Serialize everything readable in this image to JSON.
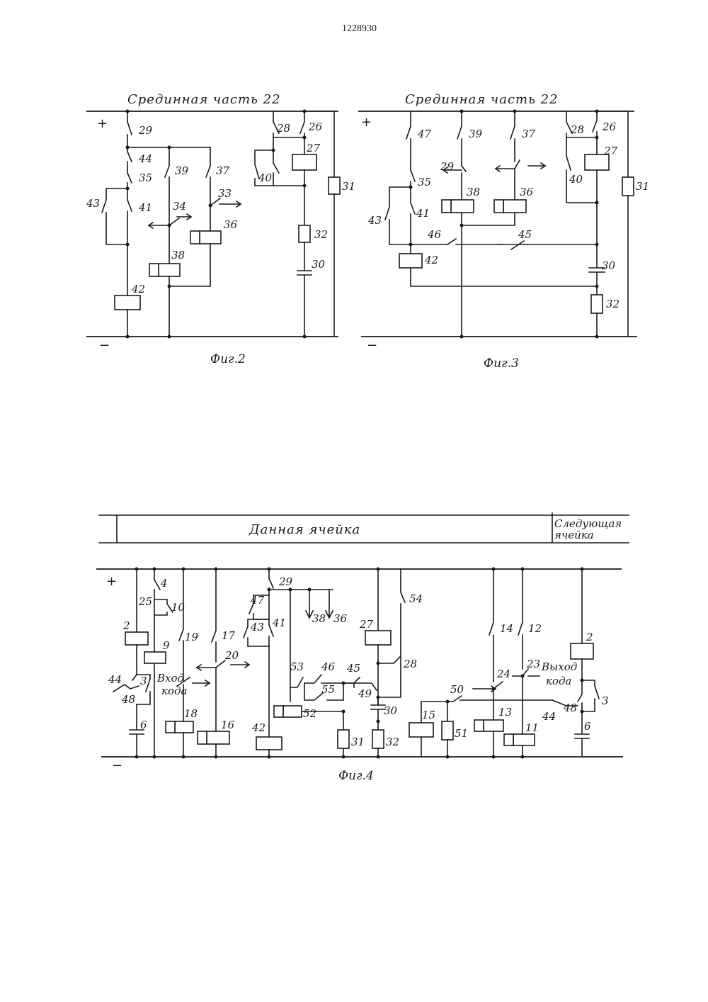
{
  "document_number": "1228930",
  "fig2": {
    "header": "Срединная часть 22",
    "caption": "Фиг.2",
    "plus": "+",
    "minus": "−",
    "labels": [
      "29",
      "44",
      "35",
      "39",
      "37",
      "33",
      "34",
      "36",
      "43",
      "41",
      "38",
      "42",
      "28",
      "26",
      "27",
      "40",
      "31",
      "32",
      "30"
    ]
  },
  "fig3": {
    "header": "Срединная часть 22",
    "caption": "Фиг.3",
    "plus": "+",
    "minus": "−",
    "labels": [
      "47",
      "39",
      "37",
      "28",
      "26",
      "27",
      "40",
      "29",
      "35",
      "38",
      "36",
      "31",
      "43",
      "41",
      "46",
      "45",
      "42",
      "30",
      "32"
    ]
  },
  "fig4": {
    "header_main": "Данная ячейка",
    "header_next_1": "Следующая",
    "header_next_2": "ячейка",
    "caption": "Фиг.4",
    "plus": "+",
    "minus": "−",
    "input_1": "Вход",
    "input_2": "кода",
    "output_1": "Выход",
    "output_2": "кода",
    "labels": [
      "4",
      "25",
      "10",
      "2",
      "9",
      "19",
      "17",
      "20",
      "44",
      "3",
      "48",
      "6",
      "18",
      "16",
      "29",
      "47",
      "43",
      "41",
      "38",
      "36",
      "27",
      "54",
      "28",
      "53",
      "46",
      "45",
      "55",
      "49",
      "52",
      "30",
      "42",
      "31",
      "32",
      "14",
      "12",
      "24",
      "23",
      "50",
      "15",
      "51",
      "13",
      "11",
      "2",
      "3",
      "44",
      "48",
      "6"
    ]
  }
}
